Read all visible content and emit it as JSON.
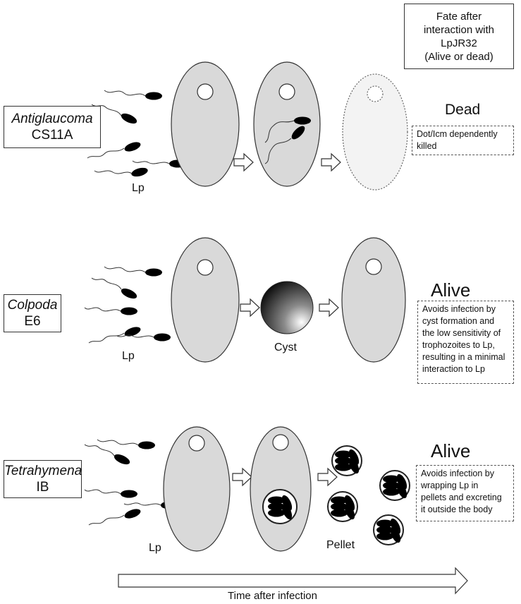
{
  "header": {
    "fate_box": [
      "Fate after",
      "interaction with",
      "LpJR32",
      "(Alive or dead)"
    ]
  },
  "rows": [
    {
      "organism_genus": "Antiglaucoma",
      "organism_strain": "CS11A",
      "lp_label": "Lp",
      "status": "Dead",
      "note": [
        "Dot/Icm dependently",
        "killed"
      ]
    },
    {
      "organism_genus": "Colpoda",
      "organism_strain": "E6",
      "lp_label": "Lp",
      "stage_label": "Cyst",
      "status": "Alive",
      "note": [
        "Avoids infection by",
        "cyst formation and",
        "the low sensitivity of",
        "trophozoites to Lp,",
        "resulting in a minimal",
        "interaction to  Lp"
      ]
    },
    {
      "organism_genus": "Tetrahymena",
      "organism_strain": "IB",
      "lp_label": "Lp",
      "stage_label": "Pellet",
      "status": "Alive",
      "note": [
        "Avoids infection by",
        "wrapping Lp in",
        "pellets and excreting",
        "it outside the body"
      ]
    }
  ],
  "time_axis": {
    "label": "Time after infection"
  },
  "colors": {
    "cell_fill": "#d9d9d9",
    "dead_cell_fill": "#f3f3f3",
    "bacterium": "#000000",
    "outline": "#333333"
  },
  "icons": [
    "bacterium-icon",
    "amoeba-cell-icon",
    "cyst-icon",
    "pellet-icon",
    "arrow-icon"
  ]
}
